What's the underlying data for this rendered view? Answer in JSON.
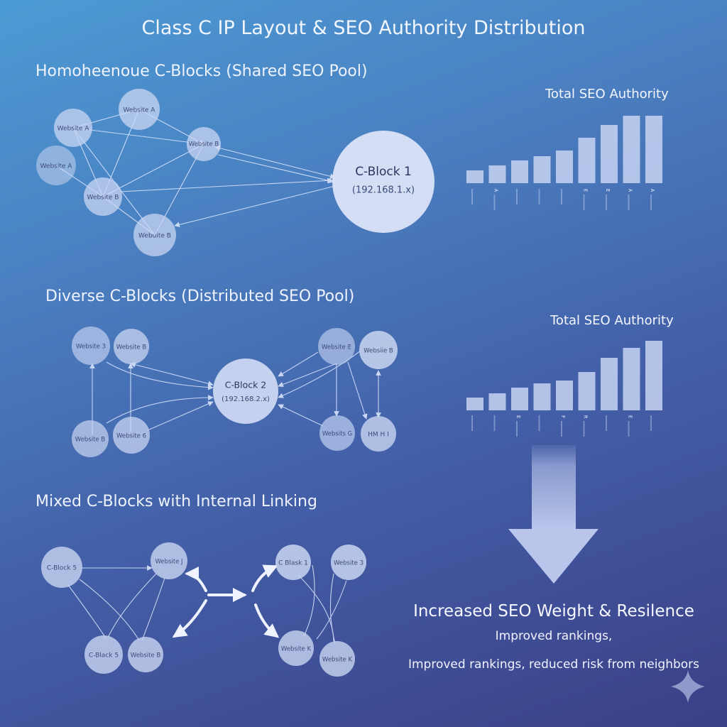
{
  "title": "Class C IP Layout & SEO Authority Distribution",
  "sections": [
    {
      "heading": "Homoheenoue C-Blocks (Shared SEO Pool)",
      "hub": {
        "name": "C-Block 1",
        "ip": "(192.168.1.x)"
      },
      "nodes": [
        "Website A",
        "Website A",
        "Website A",
        "Website B",
        "Website B",
        "Webuite B"
      ]
    },
    {
      "heading": "Diverse C-Blocks (Distributed SEO Pool)",
      "hub": {
        "name": "C-Block 2",
        "ip": "(192.168.2.x)"
      },
      "nodes": [
        "Website 3",
        "Website B",
        "Website B",
        "Website 6",
        "Website E",
        "Websiie B",
        "Websits G",
        "HM H I"
      ]
    },
    {
      "heading": "Mixed C-Blocks with Internal Linking",
      "nodes": [
        "C-Block 5",
        "Website J",
        "C-Black 5",
        "Website B",
        "C Blask 1",
        "Website 3",
        "Website K",
        "Website K"
      ]
    }
  ],
  "chart_data": [
    {
      "type": "bar",
      "title": "Total SEO Authority",
      "categories": [
        "",
        "A",
        "",
        "",
        "",
        "E",
        "E",
        "A",
        "A"
      ],
      "values": [
        18,
        25,
        32,
        38,
        46,
        64,
        82,
        95,
        95
      ],
      "ylim": [
        0,
        100
      ]
    },
    {
      "type": "bar",
      "title": "Total SEO Authority",
      "categories": [
        "",
        "",
        "E",
        "",
        "F",
        "R",
        "",
        "E",
        ""
      ],
      "values": [
        18,
        24,
        32,
        38,
        42,
        54,
        74,
        88,
        98
      ],
      "ylim": [
        0,
        100
      ]
    }
  ],
  "outcome": {
    "title": "Increased SEO Weight & Resilence",
    "line1": "Improved rankings,",
    "line2": "Improved rankings, reduced risk from neighbors"
  },
  "colors": {
    "node_fill": "#c9d6f1",
    "edge": "#dce6ff",
    "bar": "#c7d3f2"
  },
  "icons": {
    "arrow": "down-arrow-icon",
    "sparkle": "sparkle-icon"
  }
}
